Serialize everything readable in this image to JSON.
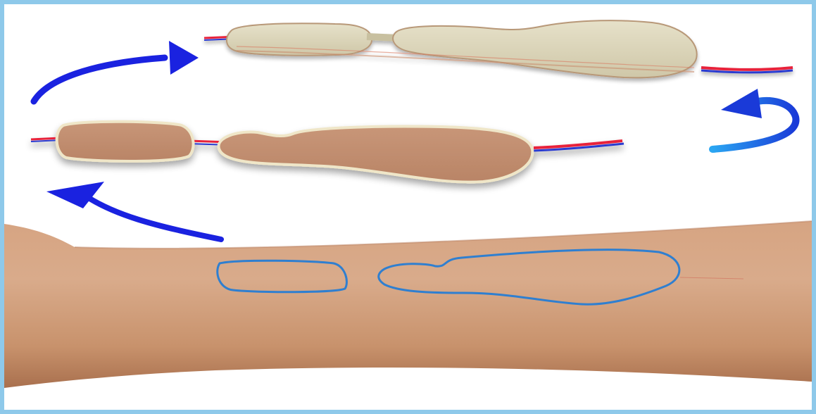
{
  "figure": {
    "description_free": true,
    "frame_color": "#8ec9ea",
    "background_color": "#ffffff"
  },
  "colors": {
    "skin_light": "#d9a887",
    "skin_mid": "#c48e6a",
    "skin_dark": "#a06a4a",
    "flap_skin": "#c49073",
    "flap_edge": "#efe6c8",
    "donor_outline": "#2f7fd0",
    "graft_bone": "#ded8be",
    "graft_bone_dark": "#c8c0a0",
    "vessel_red": "#e8213a",
    "vessel_blue": "#2a3ad0",
    "arrow_blue": "#1a22e0",
    "arrow_light_blue": "#2a9ef0"
  },
  "icons": {
    "arrow_a": "curved-arrow",
    "arrow_b": "curved-arrow",
    "arrow_c": "curved-arrow"
  }
}
